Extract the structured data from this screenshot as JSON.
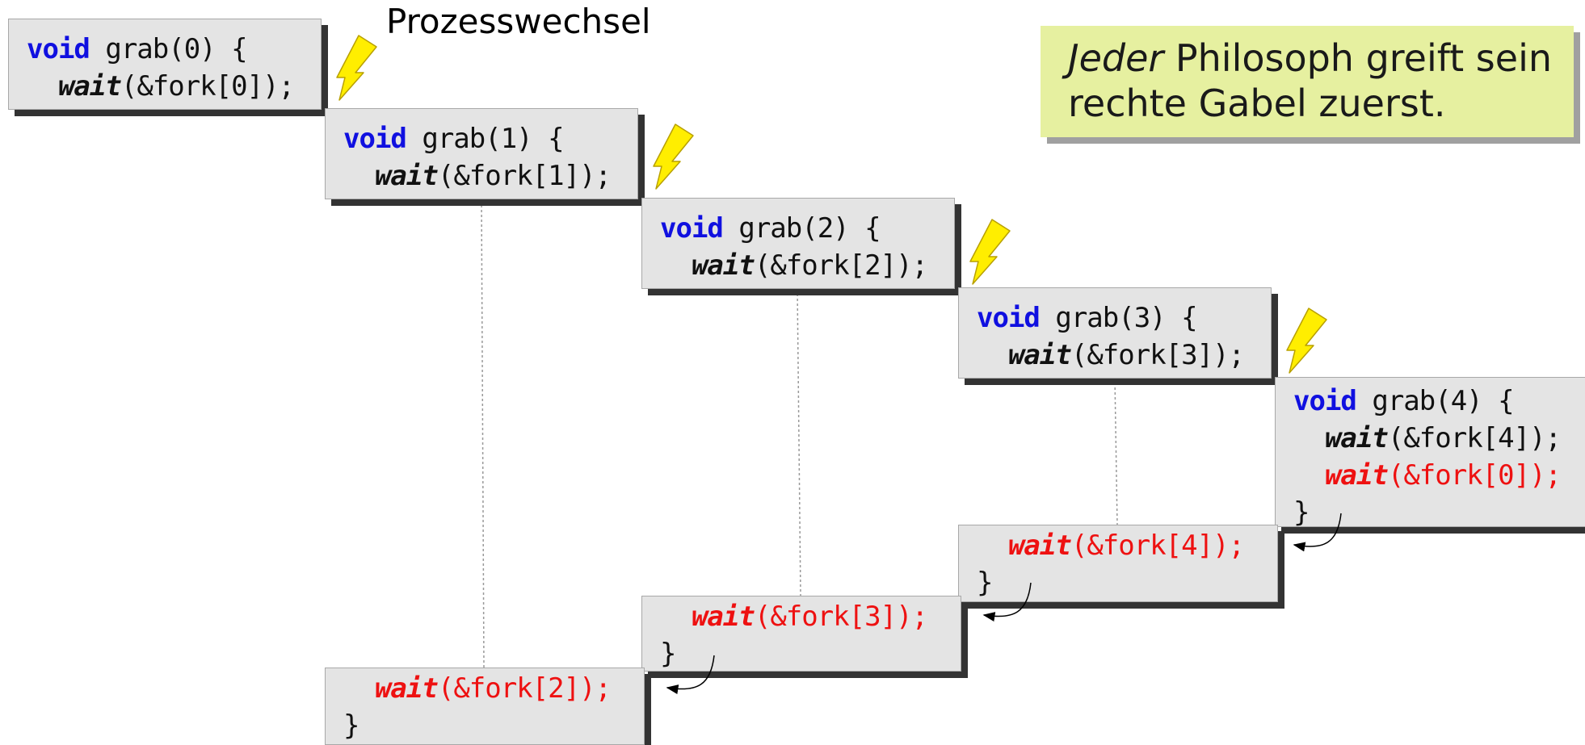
{
  "caption": "Prozesswechsel",
  "note": {
    "line1_em": "Jeder",
    "line1_rest": " Philosoph greift sein",
    "line2": "rechte Gabel zuerst."
  },
  "code": {
    "kw": "void",
    "wait_kw": "wait",
    "close_brace": "}",
    "grab0_sig": " grab(0) {",
    "grab0_arg": "(&fork[0]);",
    "grab1_sig": " grab(1) {",
    "grab1_arg": "(&fork[1]);",
    "grab2_sig": " grab(2) {",
    "grab2_arg": "(&fork[2]);",
    "grab3_sig": " grab(3) {",
    "grab3_arg": "(&fork[3]);",
    "grab4_sig": " grab(4) {",
    "grab4_arg1": "(&fork[4]);",
    "grab4_arg2": "(&fork[0]);",
    "cont3_arg": "(&fork[4]);",
    "cont2_arg": "(&fork[3]);",
    "cont1_arg": "(&fork[2]);"
  },
  "colors": {
    "keyword": "#1010e0",
    "blocked_wait": "#ee1111",
    "box": "#e4e4e4",
    "note": "#e6f0a0",
    "lightning": "#ffee00"
  }
}
